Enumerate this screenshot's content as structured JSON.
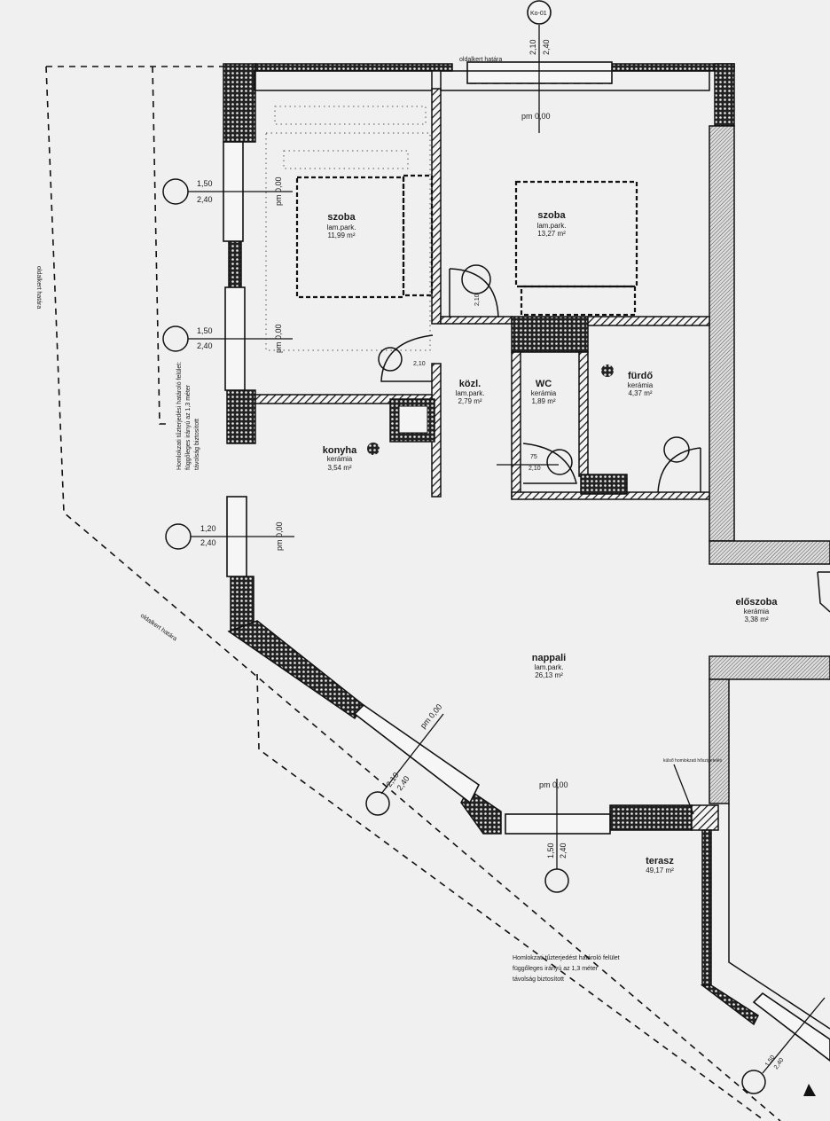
{
  "rooms": {
    "szoba1": {
      "name": "szoba",
      "floor": "lam.park.",
      "area": "11,99 m²"
    },
    "szoba2": {
      "name": "szoba",
      "floor": "lam.park.",
      "area": "13,27 m²"
    },
    "kozl": {
      "name": "közl.",
      "floor": "lam.park.",
      "area": "2,79 m²"
    },
    "wc": {
      "name": "WC",
      "floor": "kerámia",
      "area": "1,89 m²"
    },
    "furdo": {
      "name": "fürdő",
      "floor": "kerámia",
      "area": "4,37 m²"
    },
    "konyha": {
      "name": "konyha",
      "floor": "kerámia",
      "area": "3,54 m²"
    },
    "eloszoba": {
      "name": "előszoba",
      "floor": "kerámia",
      "area": "3,38 m²"
    },
    "nappali": {
      "name": "nappali",
      "floor": "lam.park.",
      "area": "26,13 m²"
    },
    "terasz": {
      "name": "terasz",
      "area": "49,17 m²"
    }
  },
  "windows": {
    "top": {
      "tag": "Ko-01",
      "width": "2,10",
      "height": "2,40",
      "level": "pm 0,00"
    },
    "left1": {
      "width": "1,50",
      "height": "2,40",
      "level": "pm 0,00"
    },
    "left2": {
      "width": "1,50",
      "height": "2,40",
      "level": "pm 0,00"
    },
    "left3": {
      "width": "1,20",
      "height": "2,40",
      "level": "pm 0,00"
    },
    "diag": {
      "width": "2,10",
      "height": "2,40",
      "level": "pm 0,00"
    },
    "bottom": {
      "width": "1,50",
      "height": "2,40",
      "level": "pm 0,00"
    },
    "lower_right": {
      "width": "1,50",
      "height": "2,40"
    }
  },
  "doors": {
    "d1": {
      "height": "2,10"
    },
    "d2": {
      "height": "2,10"
    },
    "d3": {
      "width": "75",
      "height": "2,10"
    }
  },
  "labels": {
    "garden_top": "oldalkert határa",
    "garden_left": "oldalkert határa",
    "garden_diag": "oldalkert határa",
    "note_left": [
      "Homlokzati tűzterjedési határoló felület:",
      "függőleges irányú az 1,3 méter",
      "távolság biztosított"
    ],
    "note_bottom": [
      "Homlokzati tűzterjedést határoló felület",
      "függőleges irányú az 1,3 méter",
      "távolság biztosított"
    ],
    "facade_label": "külső homlokzati hőszigetelés"
  }
}
